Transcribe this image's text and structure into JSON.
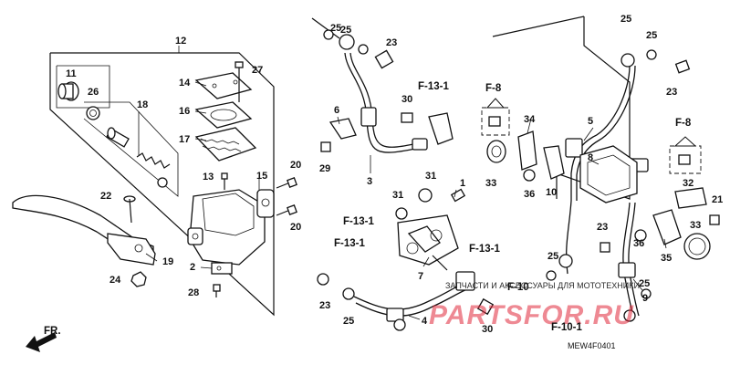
{
  "diagram": {
    "code": "MEW4F0401",
    "direction_label": "FR.",
    "watermark": {
      "brand": "PARTSFOR.RU",
      "tagline": "ЗАПЧАСТИ И АКСЕССУАРЫ ДЛЯ МОТОТЕХНИКИ",
      "color": "#e0283a"
    },
    "refs": [
      "F-8",
      "F-8",
      "F-13-1",
      "F-13-1",
      "F-13-1",
      "F-13-1",
      "F-10",
      "F-10-1"
    ],
    "callouts": [
      "12",
      "11",
      "26",
      "18",
      "14",
      "27",
      "16",
      "17",
      "13",
      "15",
      "20",
      "20",
      "22",
      "19",
      "24",
      "2",
      "28",
      "25",
      "23",
      "6",
      "29",
      "30",
      "3",
      "31",
      "1",
      "31",
      "25",
      "23",
      "25",
      "4",
      "30",
      "7",
      "33",
      "34",
      "36",
      "10",
      "5",
      "25",
      "25",
      "23",
      "8",
      "32",
      "21",
      "33",
      "35",
      "36",
      "23",
      "25",
      "25",
      "9"
    ]
  }
}
